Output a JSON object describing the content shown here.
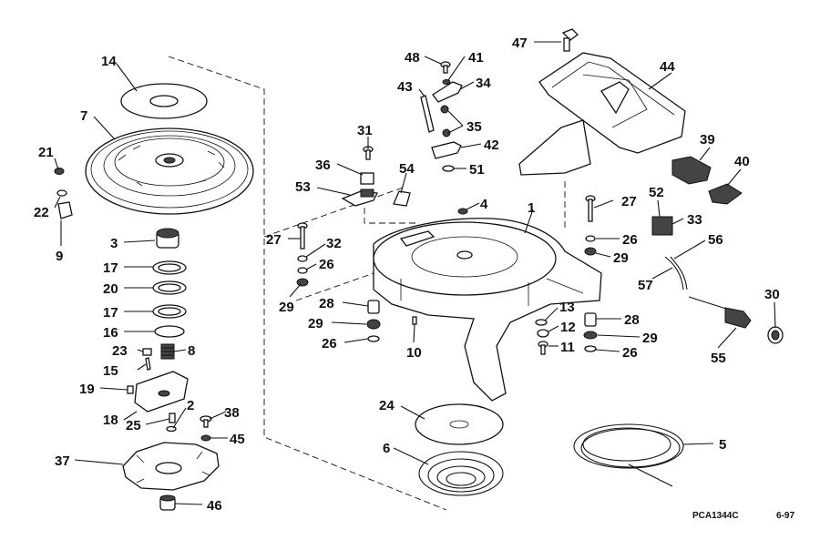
{
  "diagram": {
    "code": "PCA1344C",
    "date": "6-97",
    "callouts": [
      {
        "id": "c14",
        "text": "14"
      },
      {
        "id": "c7",
        "text": "7"
      },
      {
        "id": "c21",
        "text": "21"
      },
      {
        "id": "c22",
        "text": "22"
      },
      {
        "id": "c9",
        "text": "9"
      },
      {
        "id": "c3",
        "text": "3"
      },
      {
        "id": "c17a",
        "text": "17"
      },
      {
        "id": "c20",
        "text": "20"
      },
      {
        "id": "c17b",
        "text": "17"
      },
      {
        "id": "c16",
        "text": "16"
      },
      {
        "id": "c23",
        "text": "23"
      },
      {
        "id": "c8",
        "text": "8"
      },
      {
        "id": "c15",
        "text": "15"
      },
      {
        "id": "c19",
        "text": "19"
      },
      {
        "id": "c18",
        "text": "18"
      },
      {
        "id": "c25",
        "text": "25"
      },
      {
        "id": "c2",
        "text": "2"
      },
      {
        "id": "c38",
        "text": "38"
      },
      {
        "id": "c45",
        "text": "45"
      },
      {
        "id": "c37",
        "text": "37"
      },
      {
        "id": "c46",
        "text": "46"
      },
      {
        "id": "c48",
        "text": "48"
      },
      {
        "id": "c41",
        "text": "41"
      },
      {
        "id": "c34",
        "text": "34"
      },
      {
        "id": "c43",
        "text": "43"
      },
      {
        "id": "c35",
        "text": "35"
      },
      {
        "id": "c42",
        "text": "42"
      },
      {
        "id": "c51",
        "text": "51"
      },
      {
        "id": "c47",
        "text": "47"
      },
      {
        "id": "c44",
        "text": "44"
      },
      {
        "id": "c31",
        "text": "31"
      },
      {
        "id": "c36",
        "text": "36"
      },
      {
        "id": "c54",
        "text": "54"
      },
      {
        "id": "c53",
        "text": "53"
      },
      {
        "id": "c4",
        "text": "4"
      },
      {
        "id": "c1",
        "text": "1"
      },
      {
        "id": "c27a",
        "text": "27"
      },
      {
        "id": "c32",
        "text": "32"
      },
      {
        "id": "c26a",
        "text": "26"
      },
      {
        "id": "c29a",
        "text": "29"
      },
      {
        "id": "c28a",
        "text": "28"
      },
      {
        "id": "c29b",
        "text": "29"
      },
      {
        "id": "c26b",
        "text": "26"
      },
      {
        "id": "c10",
        "text": "10"
      },
      {
        "id": "c39",
        "text": "39"
      },
      {
        "id": "c40",
        "text": "40"
      },
      {
        "id": "c52",
        "text": "52"
      },
      {
        "id": "c33",
        "text": "33"
      },
      {
        "id": "c27b",
        "text": "27"
      },
      {
        "id": "c26c",
        "text": "26"
      },
      {
        "id": "c29c",
        "text": "29"
      },
      {
        "id": "c56",
        "text": "56"
      },
      {
        "id": "c57",
        "text": "57"
      },
      {
        "id": "c30",
        "text": "30"
      },
      {
        "id": "c55",
        "text": "55"
      },
      {
        "id": "c13",
        "text": "13"
      },
      {
        "id": "c12",
        "text": "12"
      },
      {
        "id": "c11",
        "text": "11"
      },
      {
        "id": "c28b",
        "text": "28"
      },
      {
        "id": "c29d",
        "text": "29"
      },
      {
        "id": "c26d",
        "text": "26"
      },
      {
        "id": "c24",
        "text": "24"
      },
      {
        "id": "c6",
        "text": "6"
      },
      {
        "id": "c5",
        "text": "5"
      }
    ]
  }
}
